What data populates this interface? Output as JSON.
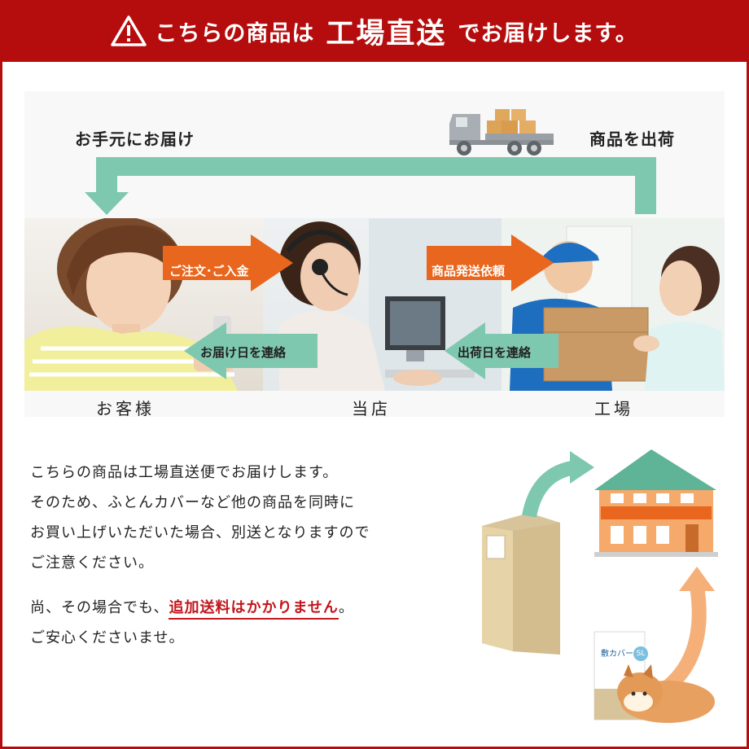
{
  "banner": {
    "prefix": "こちらの商品は",
    "emphasis": "工場直送",
    "suffix": "でお届けします。",
    "icon": "warning-icon",
    "color": "#b50d0d"
  },
  "flow": {
    "label_delivery": "お手元にお届け",
    "label_ship": "商品を出荷",
    "arrow_order": "ご注文･ご入金",
    "arrow_request": "商品発送依頼",
    "arrow_delivery_date": "お届け日を連絡",
    "arrow_ship_date": "出荷日を連絡",
    "caption_customer": "お客様",
    "caption_shop": "当店",
    "caption_factory": "工場",
    "accent_orange": "#e8661d",
    "accent_green": "#7ec8af"
  },
  "notice": {
    "line1": "こちらの商品は工場直送便でお届けします。",
    "line2": "そのため、ふとんカバーなど他の商品を同時に",
    "line3": "お買い上げいただいた場合、別送となりますので",
    "line4": "ご注意ください。",
    "line5_prefix": "尚、その場合でも、",
    "line5_emphasis": "追加送料はかかりません",
    "line5_suffix": "。",
    "line6": "ご安心くださいませ。"
  },
  "package": {
    "label": "敷カバー",
    "size": "SL"
  }
}
